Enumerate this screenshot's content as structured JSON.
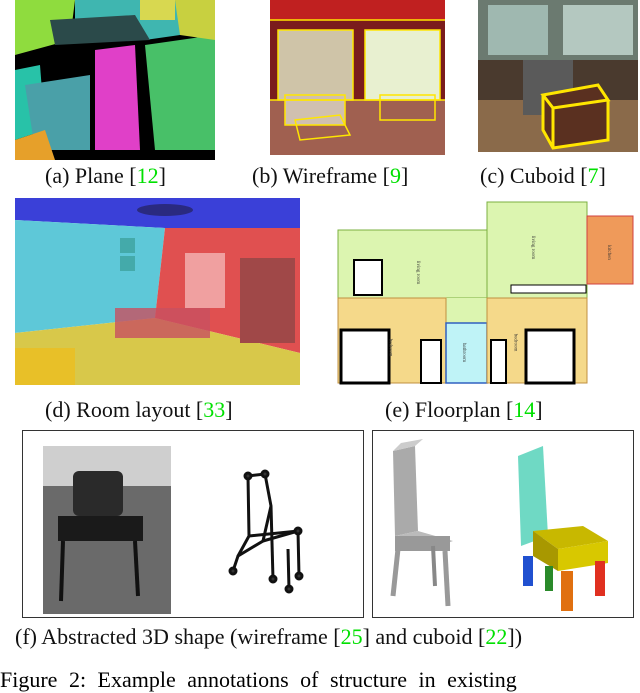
{
  "panels": {
    "a": {
      "label": "(a) Plane [",
      "ref": "12",
      "end": "]"
    },
    "b": {
      "label": "(b) Wireframe [",
      "ref": "9",
      "end": "]"
    },
    "c": {
      "label": "(c) Cuboid [",
      "ref": "7",
      "end": "]"
    },
    "d": {
      "label": "(d) Room layout [",
      "ref": "33",
      "end": "]"
    },
    "e": {
      "label": "(e) Floorplan [",
      "ref": "14",
      "end": "]"
    },
    "f": {
      "label": "(f) Abstracted 3D shape (wireframe [",
      "ref1": "25",
      "mid": "] and cuboid [",
      "ref2": "22",
      "end": "])"
    }
  },
  "floorplan_rooms": [
    "living room",
    "living room",
    "kitchen",
    "bedroom",
    "bathroom",
    "bedroom"
  ],
  "figure_caption": "Figure 2: Example annotations of structure in existing",
  "colors": {
    "reference": "#00e000",
    "living": "#dcf5b0",
    "bedroom": "#f5d98a",
    "bathroom": "#bff3f7",
    "kitchen": "#ef9a5a"
  }
}
